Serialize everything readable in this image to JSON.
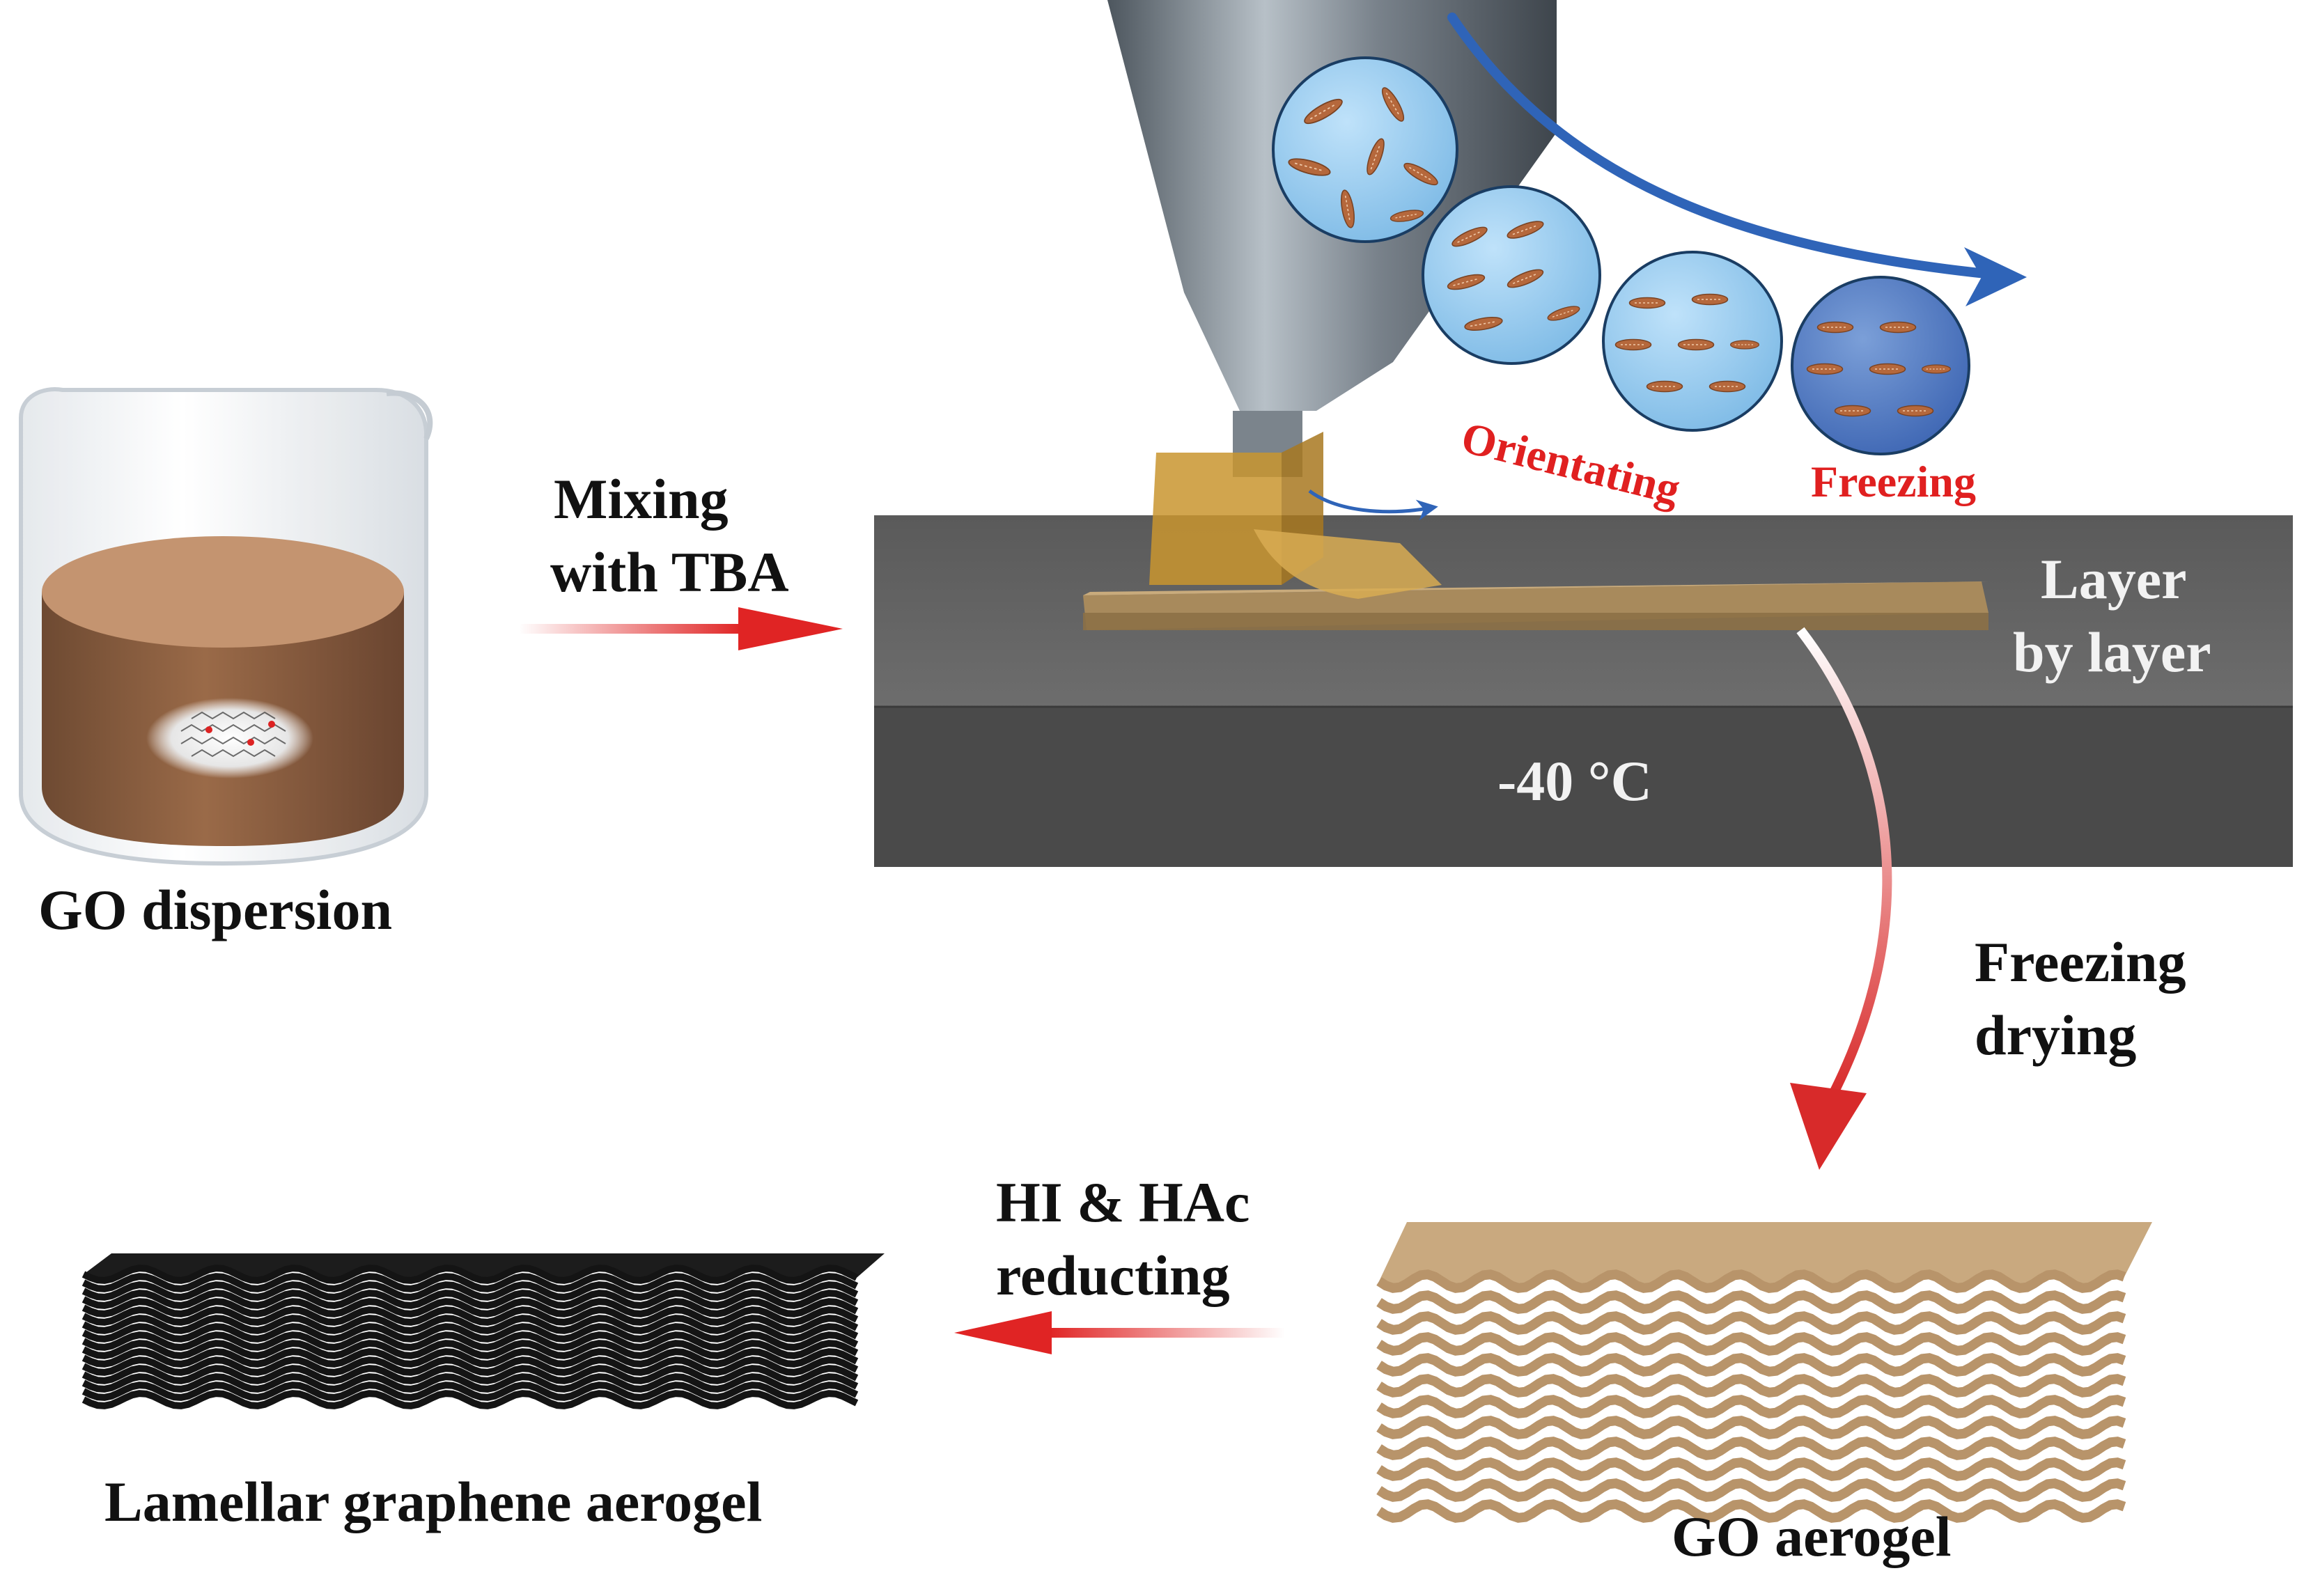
{
  "labels": {
    "go_dispersion": "GO dispersion",
    "mixing_line1": "Mixing",
    "mixing_line2": "with TBA",
    "orientating": "Orientating",
    "freezing": "Freezing",
    "layer_line1": "Layer",
    "layer_line2": "by layer",
    "temperature": "-40 °C",
    "freezing_drying_line1": "Freezing",
    "freezing_drying_line2": "drying",
    "hi_line1": "HI & HAc",
    "hi_line2": "reducting",
    "go_aerogel": "GO aerogel",
    "lamellar": "Lamellar graphene aerogel"
  },
  "colors": {
    "process_arrow": "#e02424",
    "flow_arrow": "#2f64b8",
    "go_brown": "#9a6a48",
    "platform_top": "#5e5e5e",
    "platform_front": "#4a4a4a",
    "go_aerogel_tan": "#c7a77f",
    "graphene_black": "#141414",
    "circle_blue": "#8fc8ee"
  }
}
